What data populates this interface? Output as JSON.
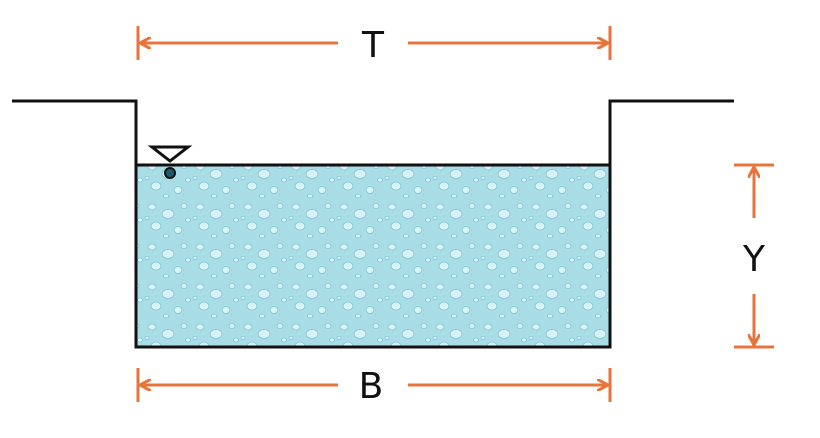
{
  "labels": {
    "top_width": "T",
    "bottom_width": "B",
    "depth": "Y"
  },
  "icons": {
    "water_surface": "inverted-triangle-water-level-icon"
  },
  "colors": {
    "dimension": "#e8743b",
    "outline": "#111111",
    "water_fill": "#a9dde6",
    "water_drop": "#d8f2f6",
    "water_drop_shadow": "#7fc4d2",
    "background": "#ffffff"
  }
}
